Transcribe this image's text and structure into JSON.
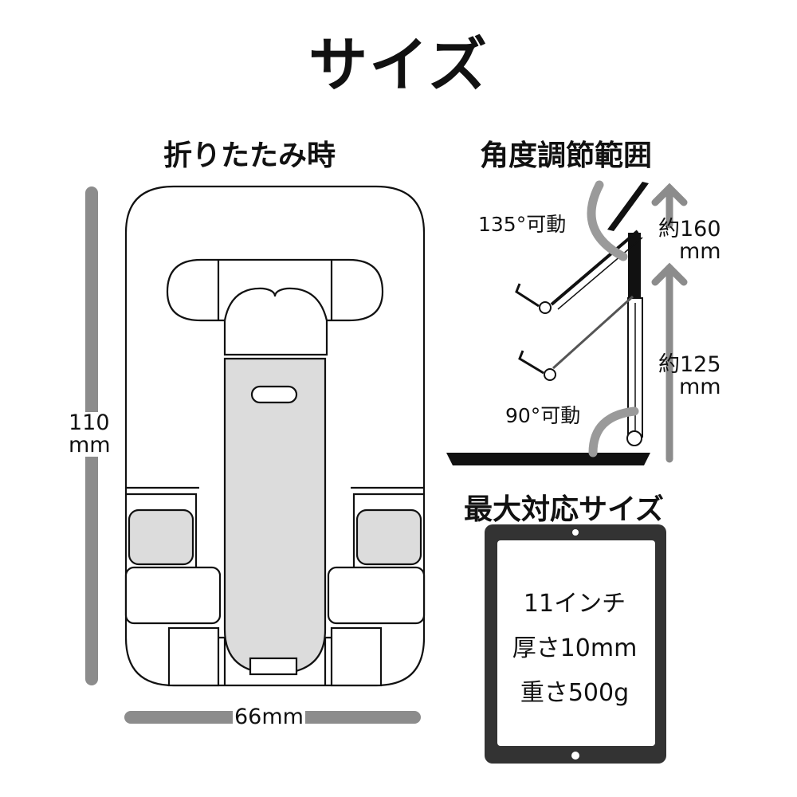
{
  "title": "サイズ",
  "folded": {
    "heading": "折りたたみ時",
    "height_label": "110\nmm",
    "width_label": "66mm"
  },
  "angle_adjust": {
    "heading": "角度調節範囲",
    "upper_angle": "135°可動",
    "lower_angle": "90°可動",
    "upper_height": "約160\nmm",
    "lower_height": "約125\nmm"
  },
  "max_size": {
    "heading": "最大対応サイズ",
    "specs": [
      "11インチ",
      "厚さ10mm",
      "重さ500g"
    ]
  },
  "colors": {
    "outline": "#111111",
    "gray_fill": "#dcdcdc",
    "dim_bar": "#8c8c8c",
    "angle_arc": "#9a9a9a"
  }
}
